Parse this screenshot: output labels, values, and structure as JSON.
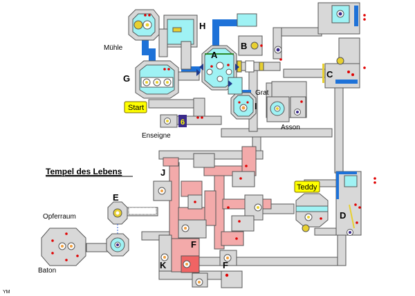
{
  "map": {
    "title": "Tempel des Lebens",
    "colors": {
      "floor": "#d8d8d8",
      "wall": "#555555",
      "water": "#9ff2f4",
      "deep_water": "#1e72d8",
      "pink": "#f3aaaa",
      "red_zone": "#f06464",
      "tag": "#ffff00",
      "tag_border": "#7a6a00",
      "dot": "#e00000",
      "orb": "#e8d030",
      "orange": "#f0a040",
      "purple": "#3a2a8a"
    },
    "zones": [
      {
        "id": "A",
        "label": "A"
      },
      {
        "id": "B",
        "label": "B"
      },
      {
        "id": "C",
        "label": "C"
      },
      {
        "id": "D",
        "label": "D"
      },
      {
        "id": "E",
        "label": "E"
      },
      {
        "id": "F1",
        "label": "F"
      },
      {
        "id": "F2",
        "label": "F"
      },
      {
        "id": "G",
        "label": "G"
      },
      {
        "id": "H",
        "label": "H"
      },
      {
        "id": "I",
        "label": "I"
      },
      {
        "id": "J",
        "label": "J"
      },
      {
        "id": "K",
        "label": "K"
      }
    ],
    "places": {
      "muehle": "Mühle",
      "grat": "Grat",
      "enseigne": "Enseigne",
      "asson": "Asson",
      "opferraum": "Opferraum",
      "baton": "Baton"
    },
    "tags": {
      "start": "Start",
      "teddy": "Teddy",
      "six": "6"
    },
    "credit": "YM"
  }
}
